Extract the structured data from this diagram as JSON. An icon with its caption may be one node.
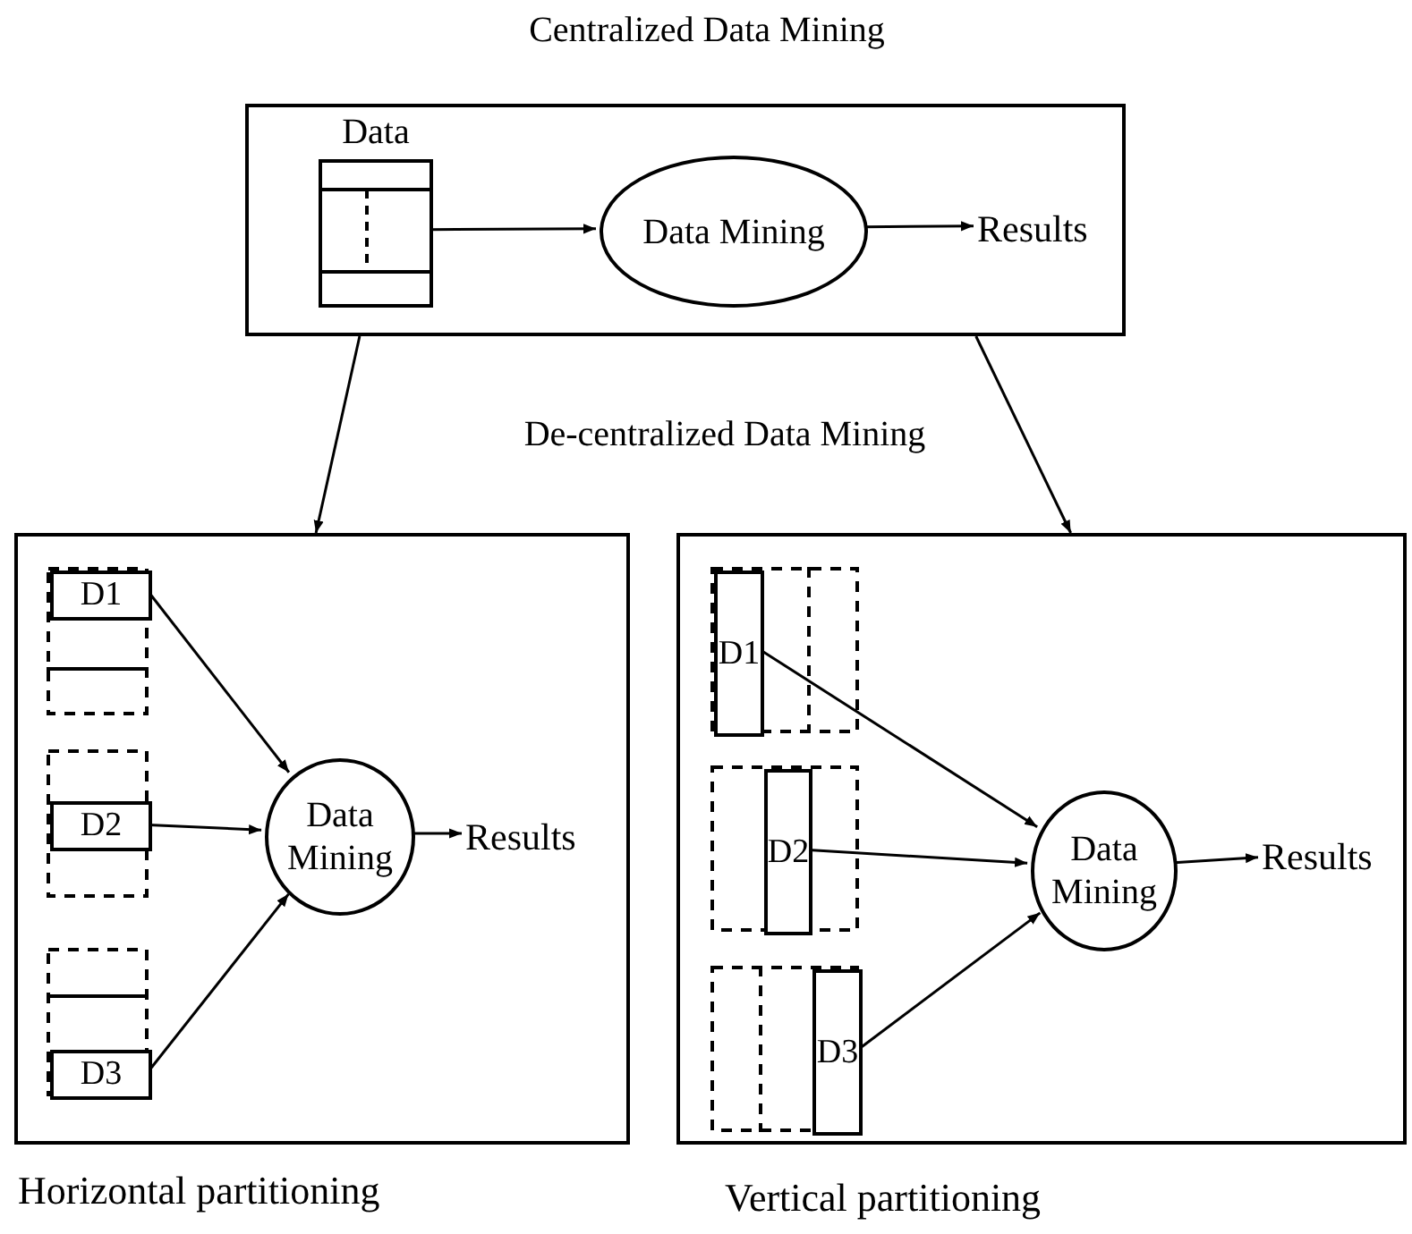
{
  "diagram": {
    "title": "Centralized Data Mining",
    "nodes": [
      {
        "text": [],
        "shape": "box"
      },
      {
        "text": [
          "Data"
        ],
        "in": 0
      },
      {
        "text": [
          "Data Mining"
        ],
        "in": 0
      },
      {
        "text": [
          "Results"
        ],
        "in": 0
      },
      {
        "text": [],
        "shape": "box",
        "beside": [
          "Horizontal partitioning"
        ]
      },
      {
        "text": [
          "D1"
        ],
        "in": 4
      },
      {
        "text": [
          "D2"
        ],
        "in": 4
      },
      {
        "text": [
          "D3"
        ],
        "in": 4
      },
      {
        "text": [
          "Data Mining"
        ],
        "in": 4
      },
      {
        "text": [
          "Results"
        ],
        "in": 4
      },
      {
        "text": [],
        "shape": "box",
        "beside": [
          "Vertical partitioning"
        ]
      },
      {
        "text": [
          "D1"
        ],
        "in": 10
      },
      {
        "text": [
          "D2"
        ],
        "in": 10
      },
      {
        "text": [
          "D3"
        ],
        "in": 10
      },
      {
        "text": [
          "Data Mining"
        ],
        "in": 10
      },
      {
        "text": [
          "Results"
        ],
        "in": 10
      }
    ],
    "edges": [
      {
        "from": 1,
        "to": 2,
        "arrow": "to"
      },
      {
        "from": 2,
        "to": 3,
        "arrow": "to"
      },
      {
        "from": 0,
        "to": 4,
        "arrow": "to"
      },
      {
        "from": 0,
        "to": 10,
        "arrow": "to"
      },
      {
        "from": 5,
        "to": 8,
        "arrow": "to"
      },
      {
        "from": 6,
        "to": 8,
        "arrow": "to"
      },
      {
        "from": 7,
        "to": 8,
        "arrow": "to"
      },
      {
        "from": 8,
        "to": 9,
        "arrow": "to"
      },
      {
        "from": 11,
        "to": 14,
        "arrow": "to"
      },
      {
        "from": 12,
        "to": 14,
        "arrow": "to"
      },
      {
        "from": 13,
        "to": 14,
        "arrow": "to"
      },
      {
        "from": 14,
        "to": 15,
        "arrow": "to"
      }
    ],
    "labels": [
      "De-centralized Data Mining"
    ]
  }
}
